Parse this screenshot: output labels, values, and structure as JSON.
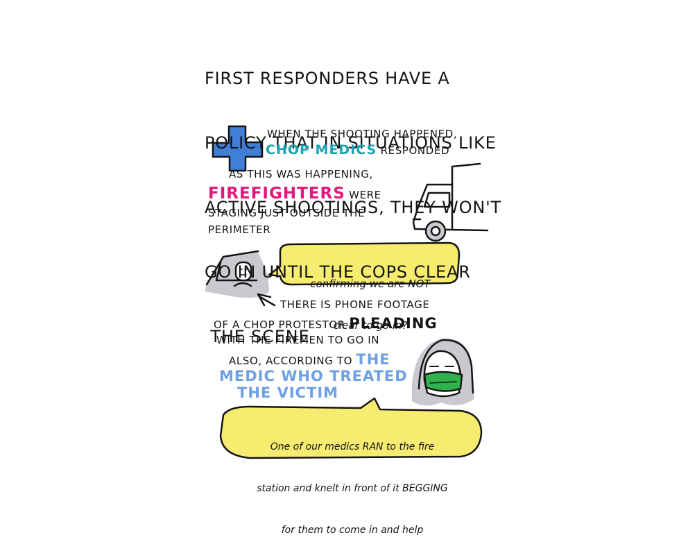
{
  "intro": {
    "lines": [
      "FIRST RESPONDERS HAVE A",
      "POLICY THAT IN SITUATIONS LIKE",
      "ACTIVE SHOOTINGS, THEY WON'T",
      "GO IN UNTIL THE COPS CLEAR",
      " THE SCENE"
    ]
  },
  "medics": {
    "line1": "WHEN THE SHOOTING HAPPENED,",
    "highlight": "CHOP MEDICS",
    "line2_rest": " RESPONDED"
  },
  "firefighters": {
    "line1": "AS THIS WAS HAPPENING,",
    "highlight": "FIREFIGHTERS",
    "line2_rest": " WERE",
    "line3": "STAGING JUST OUTSIDE THE",
    "line4": "PERIMETER"
  },
  "radio_bubble": {
    "line1": "confirming we are NOT",
    "line2": "clear to go in?"
  },
  "footage": {
    "line1": "THERE IS PHONE FOOTAGE",
    "line2_pre": "OF A CHOP PROTESTOR ",
    "line2_bold": "PLEADING",
    "line3": "WITH THE FIREMEN TO GO IN"
  },
  "medic_quote": {
    "line1_pre": "ALSO, ACCORDING TO ",
    "line1_highlight": "THE",
    "line2_highlight": "MEDIC WHO TREATED",
    "line3_highlight": "THE VICTIM"
  },
  "quote_bubble": {
    "line1": "One of our medics RAN to the fire",
    "line2": "station and knelt in front of it BEGGING",
    "line3": "for them to come in and help"
  },
  "colors": {
    "cross": "#3f7fd8",
    "teal": "#1aa3b0",
    "pink": "#e2187c",
    "blue_text": "#6ea0e2",
    "bubble_fill": "#f6ec6f",
    "mask": "#2fb14d",
    "gray_wash": "#c9cacf"
  },
  "icons": [
    "medical-cross-icon",
    "fire-truck-icon",
    "car-driver-icon",
    "masked-medic-icon"
  ]
}
